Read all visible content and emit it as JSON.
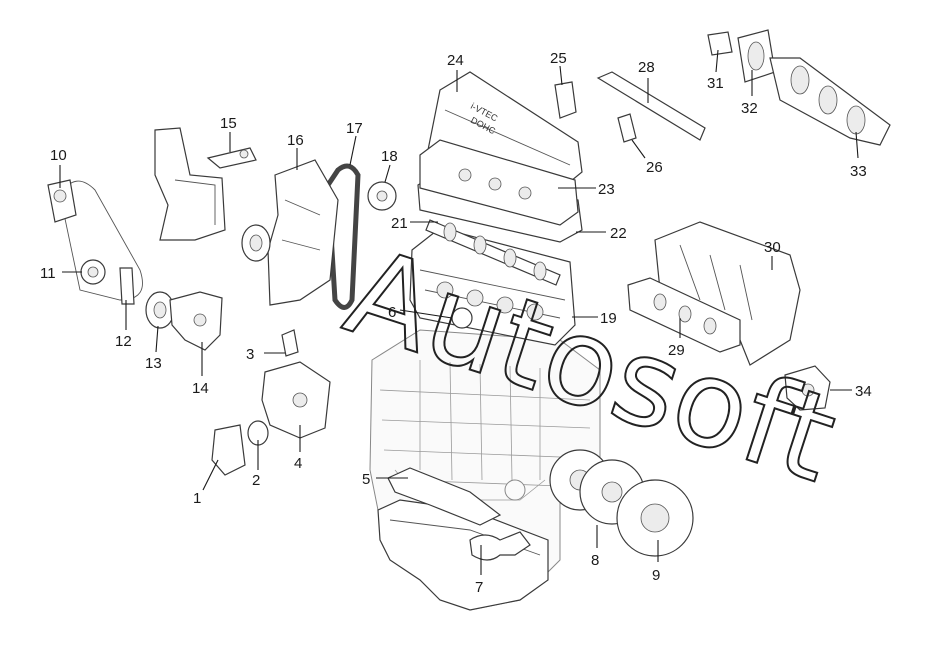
{
  "diagram": {
    "watermark": "Autosoft",
    "cover_marking_1": "i-VTEC",
    "cover_marking_2": "DOHC",
    "callouts": [
      "1",
      "2",
      "3",
      "4",
      "5",
      "6",
      "7",
      "8",
      "9",
      "10",
      "11",
      "12",
      "13",
      "14",
      "15",
      "16",
      "17",
      "18",
      "19",
      "21",
      "22",
      "23",
      "24",
      "25",
      "26",
      "28",
      "29",
      "30",
      "31",
      "32",
      "33",
      "34"
    ]
  },
  "colors": {
    "line": "#3a3a3a",
    "background": "#ffffff",
    "watermark": "#222222"
  }
}
